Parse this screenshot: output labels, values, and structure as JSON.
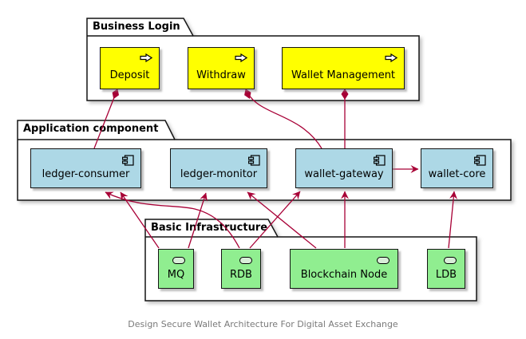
{
  "diagram": {
    "caption": "Design Secure Wallet Architecture For Digital Asset Exchange",
    "colors": {
      "edge": "#A80036",
      "business_fill": "#FFFF00",
      "component_fill": "#ADD8E6",
      "infrastructure_fill": "#90EE90",
      "frame_fill": "#FFFFFF",
      "border": "#000000"
    },
    "packages": [
      {
        "title": "Business Login",
        "nodes": [
          {
            "label": "Deposit",
            "icon": "arrow-right-icon"
          },
          {
            "label": "Withdraw",
            "icon": "arrow-right-icon"
          },
          {
            "label": "Wallet Management",
            "icon": "arrow-right-icon"
          }
        ]
      },
      {
        "title": "Application component",
        "nodes": [
          {
            "label": "ledger-consumer",
            "icon": "component-icon"
          },
          {
            "label": "ledger-monitor",
            "icon": "component-icon"
          },
          {
            "label": "wallet-gateway",
            "icon": "component-icon"
          },
          {
            "label": "wallet-core",
            "icon": "component-icon"
          }
        ]
      },
      {
        "title": "Basic Infrastructure",
        "nodes": [
          {
            "label": "MQ",
            "icon": "interface-pill-icon"
          },
          {
            "label": "RDB",
            "icon": "interface-pill-icon"
          },
          {
            "label": "Blockchain Node",
            "icon": "interface-pill-icon"
          },
          {
            "label": "LDB",
            "icon": "interface-pill-icon"
          }
        ]
      }
    ],
    "edges": [
      {
        "from": "Deposit",
        "to": "ledger-consumer",
        "type": "composition"
      },
      {
        "from": "Withdraw",
        "to": "wallet-gateway",
        "type": "composition"
      },
      {
        "from": "Wallet Management",
        "to": "wallet-gateway",
        "type": "composition"
      },
      {
        "from": "wallet-gateway",
        "to": "wallet-core",
        "type": "arrow"
      },
      {
        "from": "MQ",
        "to": "ledger-consumer",
        "type": "arrow"
      },
      {
        "from": "MQ",
        "to": "ledger-monitor",
        "type": "arrow"
      },
      {
        "from": "RDB",
        "to": "ledger-consumer",
        "type": "arrow"
      },
      {
        "from": "RDB",
        "to": "wallet-gateway",
        "type": "arrow"
      },
      {
        "from": "Blockchain Node",
        "to": "ledger-monitor",
        "type": "arrow"
      },
      {
        "from": "Blockchain Node",
        "to": "wallet-gateway",
        "type": "arrow"
      },
      {
        "from": "LDB",
        "to": "wallet-core",
        "type": "arrow"
      }
    ]
  }
}
